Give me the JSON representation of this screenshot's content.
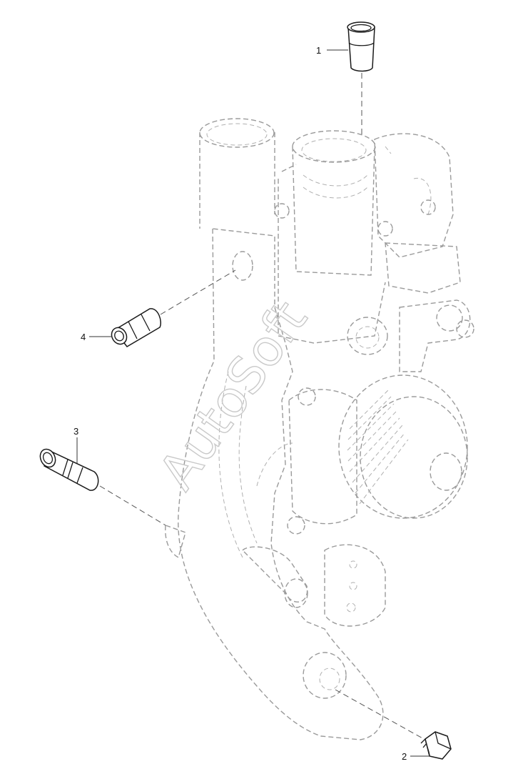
{
  "watermark": "AutoSoft",
  "callouts": [
    {
      "id": "1",
      "label": "1"
    },
    {
      "id": "2",
      "label": "2"
    },
    {
      "id": "3",
      "label": "3"
    },
    {
      "id": "4",
      "label": "4"
    }
  ]
}
